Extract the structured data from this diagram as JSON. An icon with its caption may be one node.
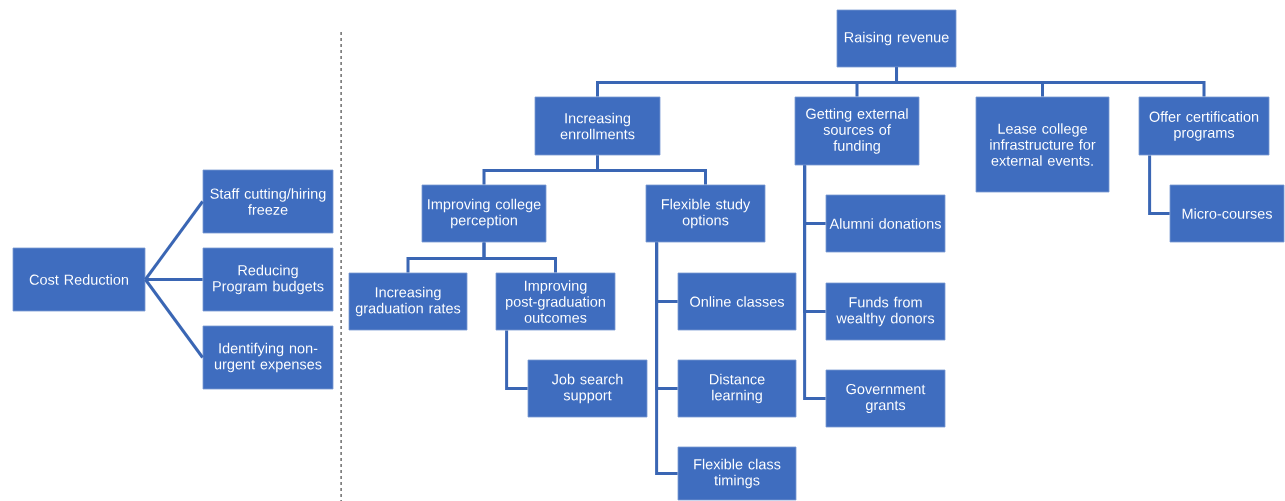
{
  "diagram": {
    "nodes": [
      {
        "text": [
          "Cost Reduction"
        ]
      },
      {
        "text": [
          "Staff cutting/hiring freeze"
        ]
      },
      {
        "text": [
          "Reducing Program budgets"
        ]
      },
      {
        "text": [
          "Identifying non-urgent expenses"
        ]
      },
      {
        "text": [
          "Raising revenue"
        ]
      },
      {
        "text": [
          "Increasing enrollments"
        ]
      },
      {
        "text": [
          "Getting external sources of funding"
        ]
      },
      {
        "text": [
          "Lease college infrastructure for external events."
        ]
      },
      {
        "text": [
          "Offer certification programs"
        ]
      },
      {
        "text": [
          "Improving college perception"
        ]
      },
      {
        "text": [
          "Flexible study options"
        ]
      },
      {
        "text": [
          "Increasing graduation rates"
        ]
      },
      {
        "text": [
          "Improving post-graduation outcomes"
        ]
      },
      {
        "text": [
          "Job search support"
        ]
      },
      {
        "text": [
          "Online classes"
        ]
      },
      {
        "text": [
          "Distance learning"
        ]
      },
      {
        "text": [
          "Flexible class timings"
        ]
      },
      {
        "text": [
          "Alumni donations"
        ]
      },
      {
        "text": [
          "Funds from wealthy donors"
        ]
      },
      {
        "text": [
          "Government grants"
        ]
      },
      {
        "text": [
          "Micro-courses"
        ]
      }
    ],
    "edges": [
      {
        "from": 0,
        "to": 1,
        "arrow": "none"
      },
      {
        "from": 0,
        "to": 2,
        "arrow": "none"
      },
      {
        "from": 0,
        "to": 3,
        "arrow": "none"
      },
      {
        "from": 4,
        "to": 5,
        "arrow": "none"
      },
      {
        "from": 4,
        "to": 6,
        "arrow": "none"
      },
      {
        "from": 4,
        "to": 7,
        "arrow": "none"
      },
      {
        "from": 4,
        "to": 8,
        "arrow": "none"
      },
      {
        "from": 5,
        "to": 9,
        "arrow": "none"
      },
      {
        "from": 5,
        "to": 10,
        "arrow": "none"
      },
      {
        "from": 9,
        "to": 11,
        "arrow": "none"
      },
      {
        "from": 9,
        "to": 12,
        "arrow": "none"
      },
      {
        "from": 12,
        "to": 13,
        "arrow": "none"
      },
      {
        "from": 10,
        "to": 14,
        "arrow": "none"
      },
      {
        "from": 10,
        "to": 15,
        "arrow": "none"
      },
      {
        "from": 10,
        "to": 16,
        "arrow": "none"
      },
      {
        "from": 6,
        "to": 17,
        "arrow": "none"
      },
      {
        "from": 6,
        "to": 18,
        "arrow": "none"
      },
      {
        "from": 6,
        "to": 19,
        "arrow": "none"
      },
      {
        "from": 8,
        "to": 20,
        "arrow": "none"
      }
    ]
  }
}
